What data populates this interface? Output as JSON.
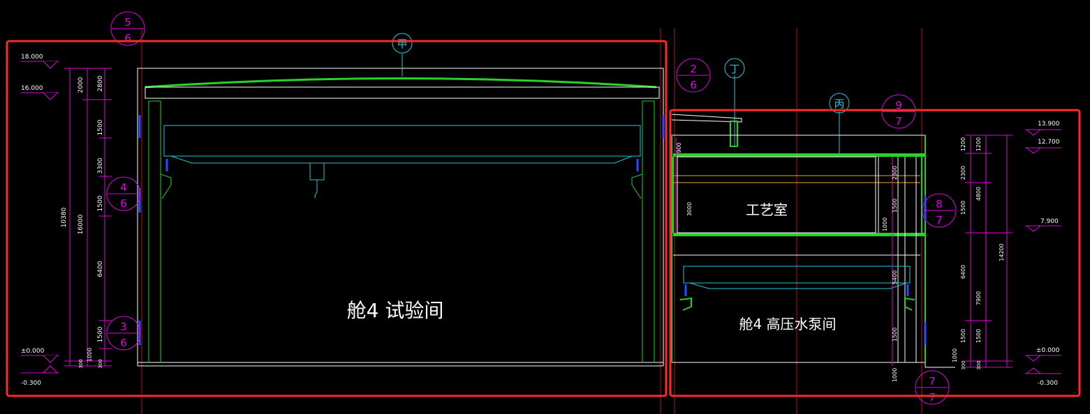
{
  "colors": {
    "background": "#000000",
    "selection": "#ff2a2a",
    "axis_line": "#b01818",
    "dimension": "#e000e0",
    "outline": "#ffffff",
    "roof": "#29d229",
    "crane": "#25c8d8",
    "wall": "#1fd31f",
    "rail": "#2a4cff",
    "floor_line": "#f0a030"
  },
  "left_section": {
    "room_label": "舱4 试验间",
    "axis_tag": "甲",
    "detail_refs": [
      {
        "num": "5",
        "sheet": "6"
      },
      {
        "num": "4",
        "sheet": "6"
      },
      {
        "num": "3",
        "sheet": "6"
      }
    ],
    "elevations": [
      "18.000",
      "16.000",
      "±0.000",
      "-0.300"
    ],
    "dims_outer": [
      "2000",
      "16000",
      "10380"
    ],
    "dims_inner": [
      "2800",
      "1500",
      "3300",
      "1500",
      "6400",
      "1500",
      "1000",
      "300",
      "300"
    ]
  },
  "right_section": {
    "room_label_upper": "工艺室",
    "room_label_lower": "舱4 高压水泵间",
    "axis_tags": [
      "丁",
      "丙"
    ],
    "detail_refs": [
      {
        "num": "2",
        "sheet": "6"
      },
      {
        "num": "9",
        "sheet": "7"
      },
      {
        "num": "8",
        "sheet": "7"
      },
      {
        "num": "7",
        "sheet": "7"
      }
    ],
    "elevations": [
      "13.900",
      "12.700",
      "7.900",
      "±0.000",
      "-0.300"
    ],
    "dims_left": [
      "900",
      "3000"
    ],
    "dims_mid": [
      "2300",
      "1500",
      "1000",
      "5400",
      "1500",
      "1000"
    ],
    "dims_right_a": [
      "1200",
      "2300",
      "1500",
      "6400",
      "1500",
      "1000",
      "300"
    ],
    "dims_right_b": [
      "1200",
      "4800",
      "7900",
      "1500",
      "300"
    ],
    "dims_right_c": [
      "14200"
    ]
  }
}
